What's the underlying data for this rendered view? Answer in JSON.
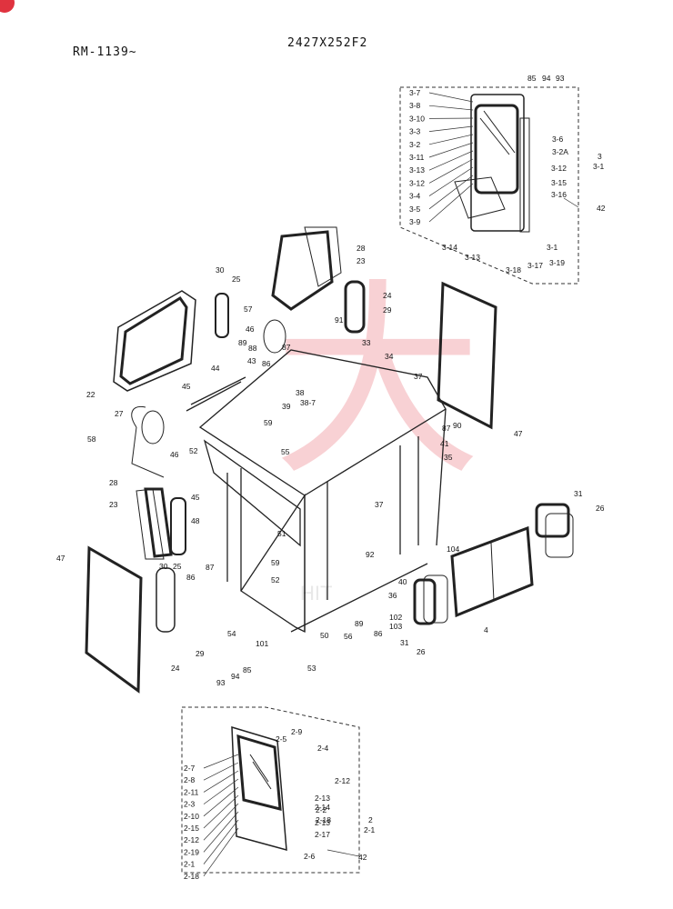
{
  "header": {
    "serial_range": "RM-1139~",
    "part_code": "2427X252F2"
  },
  "colors": {
    "line": "#222222",
    "watermark": "#e0333f",
    "badge": "#e0333f"
  },
  "watermark": {
    "glyph": "大",
    "faint_text": "HIT"
  },
  "callouts": {
    "detail_top_left": [
      "3-7",
      "3-8",
      "3-10",
      "3-3",
      "3-2",
      "3-11",
      "3-13",
      "3-12",
      "3-4",
      "3-5",
      "3-9"
    ],
    "detail_top_top": [
      "85",
      "94",
      "93"
    ],
    "detail_top_right": [
      "3-6",
      "3-2A",
      "3-12",
      "3-15",
      "3-16"
    ],
    "detail_top_group": [
      "3",
      "3-1"
    ],
    "detail_top_bottom": [
      "3-14",
      "3-13",
      "3-18",
      "3-17",
      "3-19",
      "3-1",
      "42"
    ],
    "main": [
      "28",
      "23",
      "30",
      "25",
      "24",
      "29",
      "22",
      "27",
      "57",
      "46",
      "88",
      "89",
      "86",
      "87",
      "91",
      "33",
      "34",
      "37",
      "43",
      "44",
      "38",
      "38-7",
      "39",
      "45",
      "59",
      "58",
      "46",
      "52",
      "55",
      "47",
      "90",
      "87",
      "41",
      "35",
      "28",
      "23",
      "45",
      "48",
      "51",
      "25",
      "30",
      "86",
      "87",
      "59",
      "52",
      "31",
      "26",
      "37",
      "104",
      "92",
      "40",
      "36",
      "102",
      "103",
      "89",
      "86",
      "54",
      "101",
      "50",
      "56",
      "53",
      "31",
      "26",
      "4",
      "47",
      "24",
      "29"
    ],
    "detail_bottom_top": [
      "93",
      "94",
      "85"
    ],
    "detail_bottom_left": [
      "2-7",
      "2-8",
      "2-11",
      "2-3",
      "2-10",
      "2-15",
      "2-12",
      "2-19",
      "2-1",
      "2-18"
    ],
    "detail_bottom_mid": [
      "2-9",
      "2-5",
      "2-4",
      "2-12",
      "2-13",
      "2-2",
      "2-14",
      "2-13",
      "2-18",
      "2-17",
      "2-6"
    ],
    "detail_bottom_group": [
      "2",
      "2-1"
    ],
    "detail_bottom_42": "42"
  }
}
